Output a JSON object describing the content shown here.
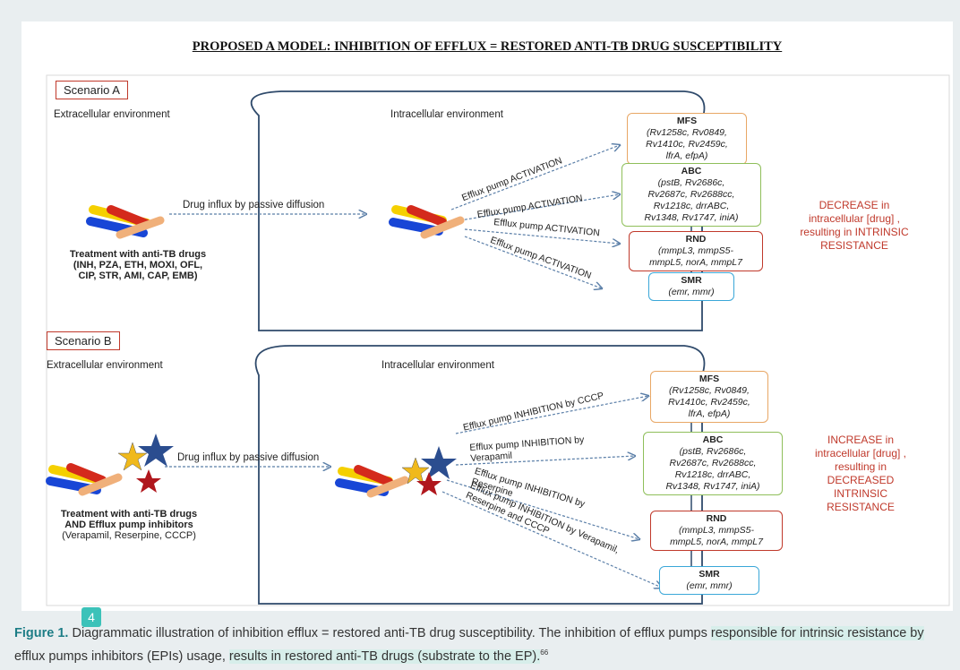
{
  "figure": {
    "title": "PROPOSED A MODEL: INHIBITION OF EFFLUX = RESTORED ANTI-TB DRUG SUSCEPTIBILITY",
    "scenario_a": {
      "label": "Scenario A",
      "extracellular": "Extracellular environment",
      "intracellular": "Intracellular environment",
      "influx": "Drug influx by passive diffusion",
      "treatment_title": "Treatment with anti-TB drugs",
      "treatment_drugs_1": "(INH, PZA, ETH, MOXI, OFL,",
      "treatment_drugs_2": "CIP, STR, AMI, CAP, EMB)",
      "arrows": [
        "Efflux pump ACTIVATION",
        "Efflux pump ACTIVATION",
        "Efflux pump ACTIVATION",
        "Efflux pump ACTIVATION"
      ],
      "result": [
        "DECREASE in",
        "intracellular [drug] ,",
        "resulting in INTRINSIC",
        "RESISTANCE"
      ]
    },
    "scenario_b": {
      "label": "Scenario B",
      "extracellular": "Extracellular environment",
      "intracellular": "Intracellular environment",
      "influx": "Drug influx by passive diffusion",
      "treatment_1": "Treatment with anti-TB drugs",
      "treatment_2": "AND Efflux pump inhibitors",
      "treatment_3": "(Verapamil, Reserpine, CCCP)",
      "arrows": [
        "Efflux pump INHIBITION by CCCP",
        "Efflux pump INHIBITION by Verapamil",
        "Efflux pump INHIBITION by Reserpine",
        "Efflux pump INHIBITION by Verapamil, Reserpine and CCCP"
      ],
      "result": [
        "INCREASE in",
        "intracellular [drug] ,",
        "resulting in",
        "DECREASED",
        "INTRINSIC",
        "RESISTANCE"
      ]
    },
    "pumps": {
      "mfs": {
        "name": "MFS",
        "l1": "(Rv1258c, Rv0849,",
        "l2": "Rv1410c, Rv2459c,",
        "l3": "lfrA, efpA)"
      },
      "abc": {
        "name": "ABC",
        "l1": "(pstB, Rv2686c,",
        "l2": "Rv2687c, Rv2688cc,",
        "l3": "Rv1218c, drrABC,",
        "l4": "Rv1348, Rv1747, iniA)"
      },
      "rnd": {
        "name": "RND",
        "l1": "(mmpL3, mmpS5-",
        "l2": "mmpL5, norA, mmpL7"
      },
      "smr": {
        "name": "SMR",
        "l1": "(emr, mmr)"
      }
    },
    "colors": {
      "mfs": "#e8a765",
      "abc": "#8fbf5a",
      "rnd": "#c0392b",
      "smr": "#3aa7d8",
      "cell": "#2f4a6b",
      "result": "#c0392b"
    }
  },
  "badge": "4",
  "caption": {
    "label": "Figure 1.",
    "s1": " Diagrammatic illustration of inhibition efflux = restored anti-TB drug susceptibility. The inhibition of efflux pumps ",
    "s2": "responsible for intrinsic resistance by",
    "s3": " efflux pumps inhibitors (EPIs) usage, ",
    "s4": "results in restored anti-TB drugs (substrate to the EP).",
    "ref": "66"
  }
}
